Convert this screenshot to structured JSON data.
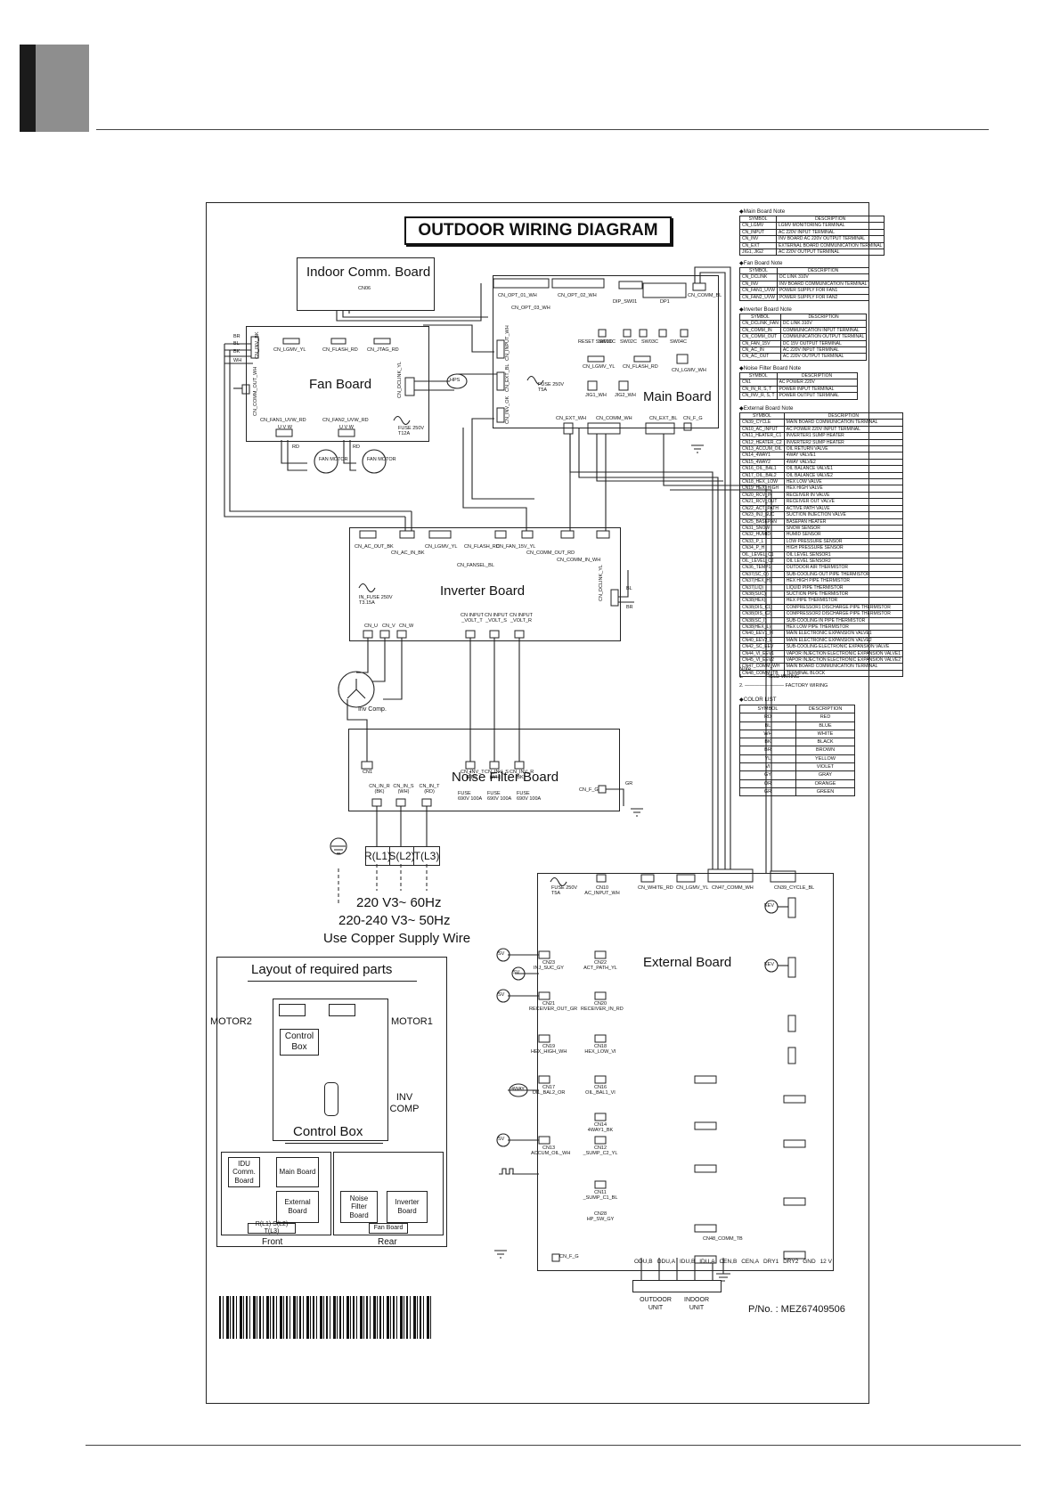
{
  "diagram": {
    "title": "OUTDOOR WIRING DIAGRAM",
    "indoor_comm_board": {
      "name": "Indoor Comm. Board",
      "connector": "CN06"
    },
    "fan_board": {
      "name": "Fan Board",
      "connectors": [
        "CN_LGMV_YL",
        "CN_FLASH_RD",
        "CN_JTAG_RD",
        "CN_INV_BK",
        "CN_COMM_OUT_WH",
        "CN_DCLINK_YL",
        "CN_FAN1_UVW_RD",
        "CN_FAN2_UVW_RD"
      ],
      "uvw": "U V W",
      "fuse": "FUSE 250V T12A",
      "motor_label": "FAN MOTOR",
      "wires": [
        "BR",
        "BL",
        "BK",
        "WH",
        "RD"
      ]
    },
    "main_board": {
      "name": "Main Board",
      "connectors": [
        "CN_OPT_01_WH",
        "CN_OPT_02_WH",
        "DIP_SW01",
        "DP1",
        "CN_COMM_BL",
        "CN_OPT_03_WH",
        "CN_INPUT_WH",
        "CN_EXT_BL",
        "CN_INV_OK",
        "RESET SW01D",
        "SW01C",
        "SW02C",
        "SW03C",
        "SW04C",
        "CN_LGMV_YL",
        "CN_FLASH_RD",
        "CN_LGMV_WH",
        "JIG1_WH",
        "JIG2_WH",
        "CN_EXT_WH",
        "CN_COMM_WH",
        "CN_EXT_BL",
        "CN_F_G"
      ],
      "fuse": "FUSE 250V T5A",
      "hps": "HPS"
    },
    "inverter_board": {
      "name": "Inverter Board",
      "connectors": [
        "CN_AC_OUT_BK",
        "CN_AC_IN_BK",
        "CN_LGMV_YL",
        "CN_FLASH_RD",
        "CN_FAN_15V_YL",
        "CN_COMM_OUT_RD",
        "CN_COMM_IN_WH",
        "CN_FANSEL_BL",
        "CN_DCLINK_YL",
        "CN_U",
        "CN_V",
        "CN_W",
        "CN INPUT _VOLT_T",
        "CN INPUT _VOLT_S",
        "CN INPUT _VOLT_R"
      ],
      "fuse": "IN_FUSE 250V T3.15A",
      "comp": "Inv Comp."
    },
    "noise_filter_board": {
      "name": "Noise Filter Board",
      "connectors": [
        "CN1",
        "CN_INV_T (RD)",
        "CN_INV_S (WH)",
        "CN_INV_R (BK)",
        "CN_IN_R (BK)",
        "CN_IN_S (WH)",
        "CN_IN_T (RD)",
        "CN_F_G"
      ],
      "fuses": [
        "FUSE 690V 100A",
        "FUSE 690V 100A",
        "FUSE 690V 100A"
      ],
      "gr": "GR"
    },
    "terminals": [
      "R(L1)",
      "S(L2)",
      "T(L3)"
    ],
    "supply": [
      "220 V3~ 60Hz",
      "220-240 V3~ 50Hz",
      "Use Copper Supply Wire"
    ],
    "external_board": {
      "name": "External Board",
      "connectors": [
        "CN10 AC_INPUT_WH",
        "CN_WHITE_RD",
        "CN_LGMV_YL",
        "CN47_COMM_WH",
        "CN39_CYCLE_BL",
        "CN23 INJ_SUC_GY",
        "CN22 ACT_PATH_YL",
        "CN21 RECEIVER_OUT_GR",
        "CN20 RECEIVER_IN_RD",
        "CN19 HEX_HIGH_WH",
        "CN18 HEX_LOW_VI",
        "CN17 OIL_BAL2_OR",
        "CN16 OIL_BAL1_VI",
        "CN14 4WAY1_BK",
        "CN13 ACCUM_OIL_WH",
        "CN12 _SUMP_C2_YL",
        "CN11 _SUMP_C1_BL",
        "CN28 HP_SW_GY",
        "CN_F_G"
      ],
      "terminal_block": "CN48_COMM_TB",
      "terminal_labels": [
        "ODU,B",
        "ODU,A",
        "IDU,B",
        "IDU,A",
        "CEN,B",
        "CEN,A",
        "DRY1",
        "DRY2",
        "GND",
        "12 V"
      ],
      "units": [
        "OUTDOOR UNIT",
        "INDOOR UNIT"
      ],
      "sv": "SV",
      "eev": "EEV",
      "way": "4WAY"
    },
    "pno": "P/No. : MEZ67409506"
  },
  "layout_parts": {
    "title": "Layout of required parts",
    "motor1": "MOTOR1",
    "motor2": "MOTOR2",
    "control_box": "Control Box",
    "inv_comp": "INV COMP",
    "control_box_title": "Control Box",
    "front": {
      "label": "Front",
      "idu": "IDU Comm. Board",
      "main": "Main Board",
      "external": "External Board",
      "terms": "R(L1) S(L2) T(L3)"
    },
    "rear": {
      "label": "Rear",
      "noise": "Noise Filter Board",
      "inverter": "Inverter Board",
      "fan": "Fan Board"
    }
  },
  "notes": {
    "main_board_note": {
      "title": "Main Board Note",
      "rows": [
        [
          "SYMBOL",
          "DESCRIPTION"
        ],
        [
          "CN_LGMV",
          "LGMV MONITORING TERMINAL"
        ],
        [
          "CN_INPUT",
          "AC 220V INPUT TERMINAL"
        ],
        [
          "CN_INV",
          "INV BOARD AC 220V OUTPUT TERMINAL"
        ],
        [
          "CN_EXT",
          "EXTERNAL BOARD COMMUNICATION TERMINAL"
        ],
        [
          "JIG1, JIG2",
          "AC 220V OUTPUT TERMINAL"
        ]
      ]
    },
    "fan_board_note": {
      "title": "Fan Board Note",
      "rows": [
        [
          "SYMBOL",
          "DESCRIPTION"
        ],
        [
          "CN_DCLINK",
          "DC LINK 310V"
        ],
        [
          "CN_INV",
          "INV BOARD COMMUNICATION TERMINAL"
        ],
        [
          "CN_FAN1_UVW",
          "POWER SUPPLY FOR FAN1"
        ],
        [
          "CN_FAN2_UVW",
          "POWER SUPPLY FOR FAN2"
        ]
      ]
    },
    "inverter_board_note": {
      "title": "Inverter Board Note",
      "rows": [
        [
          "SYMBOL",
          "DESCRIPTION"
        ],
        [
          "CN_DCLINK_FAN",
          "DC LINK 310V"
        ],
        [
          "CN_COMM_IN",
          "COMMUNICATION INPUT TERMINAL"
        ],
        [
          "CN_COMM_OUT",
          "COMMUNICATION OUTPUT TERMINAL"
        ],
        [
          "CN_FAN_15V",
          "DC 15V OUTPUT TERMINAL"
        ],
        [
          "CN_AC_IN",
          "AC 220V INPUT TERMINAL"
        ],
        [
          "CN_AC_OUT",
          "AC 220V OUTPUT TERMINAL"
        ]
      ]
    },
    "noise_filter_note": {
      "title": "Noise Filter Board Note",
      "rows": [
        [
          "SYMBOL",
          "DESCRIPTION"
        ],
        [
          "CN1",
          "AC POWER 220V"
        ],
        [
          "CN_IN_R, S, T",
          "POWER INPUT TERMINAL"
        ],
        [
          "CN_INV_R, S, T",
          "POWER OUTPUT TERMINAL"
        ]
      ]
    },
    "external_board_note": {
      "title": "External Board Note",
      "rows": [
        [
          "SYMBOL",
          "DESCRIPTION"
        ],
        [
          "CN39_CYCLE",
          "MAIN BOARD COMMUNICATION TERMINAL"
        ],
        [
          "CN10_AC_INPUT",
          "AC POWER 220V INPUT TERMINAL"
        ],
        [
          "CN11_HEATER_C1",
          "INVERTER1 SUMP HEATER"
        ],
        [
          "CN12_HEATER_C2",
          "INVERTER2 SUMP HEATER"
        ],
        [
          "CN13_ACCUM_OIL",
          "OIL RETURN VALVE"
        ],
        [
          "CN14_4WAY1",
          "4WAY VALVE1"
        ],
        [
          "CN15_4WAY2",
          "4WAY VALVE2"
        ],
        [
          "CN16_OIL_BAL1",
          "OIL BALANCE VALVE1"
        ],
        [
          "CN17_OIL_BAL2",
          "OIL BALANCE VALVE2"
        ],
        [
          "CN18_HEX_LOW",
          "HEX LOW VALVE"
        ],
        [
          "CN19_HEX_HIGH",
          "HEX HIGH VALVE"
        ],
        [
          "CN20_RCV_IN",
          "RECEIVER IN VALVE"
        ],
        [
          "CN21_RCV_OUT",
          "RECEIVER OUT VALVE"
        ],
        [
          "CN22_ACT_PATH",
          "ACTIVE PATH VALVE"
        ],
        [
          "CN23_INJ_SUC",
          "SUCTION INJECTION VALVE"
        ],
        [
          "CN25_BASEPAN",
          "BASEPAN HEATER"
        ],
        [
          "CN31_SNOW",
          "SNOW SENSOR"
        ],
        [
          "CN32_HUMID",
          "HUMID SENSOR"
        ],
        [
          "CN33_P_L",
          "LOW PRESSURE SENSOR"
        ],
        [
          "CN34_P_H",
          "HIGH PRESSURE SENSOR"
        ],
        [
          "OIL_LEVEL_C1",
          "OIL LEVEL SENSOR1"
        ],
        [
          "OIL_LEVEL_C2",
          "OIL LEVEL SENSOR2"
        ],
        [
          "CN36_TEMP1",
          "OUTDOOR AIR THERMISTOR"
        ],
        [
          "CN37(SC_O)",
          "SUB-COOLING OUT PIPE THERMISTOR"
        ],
        [
          "CN37(HEX_H)",
          "HEX HIGH PIPE THERMISTOR"
        ],
        [
          "CN37(LIQ)",
          "LIQUID PIPE THERMISTOR"
        ],
        [
          "CN38(SUC)",
          "SUCTION PIPE THERMISTOR"
        ],
        [
          "CN38(HEX)",
          "HEX PIPE THERMISTOR"
        ],
        [
          "CN38(DIS_C1)",
          "COMPRESSOR1 DISCHARGE PIPE THERMISTOR"
        ],
        [
          "CN38(DIS_C2)",
          "COMPRESSOR2 DISCHARGE PIPE THERMISTOR"
        ],
        [
          "CN38(SC_I)",
          "SUB-COOLING IN PIPE THERMISTOR"
        ],
        [
          "CN38(HEX_L)",
          "HEX LOW PIPE THERMISTOR"
        ],
        [
          "CN40_EEV1_H",
          "MAIN ELECTRONIC EXPANSION VALVE1"
        ],
        [
          "CN40_EEV2_L",
          "MAIN ELECTRONIC EXPANSION VALVE2"
        ],
        [
          "CN42_SC_EEV",
          "SUB-COOLING ELECTRONIC EXPANSION VALVE"
        ],
        [
          "CN44_VI_EEV1",
          "VAPOR INJECTION ELECTRONIC EXPANSION VALVE1"
        ],
        [
          "CN45_VI_EEV2",
          "VAPOR INJECTION ELECTRONIC EXPANSION VALVE2"
        ],
        [
          "CN47_COMM_WH",
          "MAIN BOARD COMMUNICATION TERMINAL"
        ],
        [
          "CN48_COMM_TB",
          "TERMINAL BLOCK"
        ]
      ]
    },
    "legend": {
      "title": "Note",
      "field": "1. - - - - - - - FIELD WIRING",
      "factory": "2. ———————— FACTORY WIRING"
    },
    "color_list": {
      "title": "COLOR LIST",
      "rows": [
        [
          "SYMBOL",
          "DESCRIPTION"
        ],
        [
          "RD",
          "RED"
        ],
        [
          "BL",
          "BLUE"
        ],
        [
          "WH",
          "WHITE"
        ],
        [
          "BK",
          "BLACK"
        ],
        [
          "BR",
          "BROWN"
        ],
        [
          "YL",
          "YELLOW"
        ],
        [
          "VI",
          "VIOLET"
        ],
        [
          "GY",
          "GRAY"
        ],
        [
          "OR",
          "ORANGE"
        ],
        [
          "GR",
          "GREEN"
        ]
      ]
    }
  }
}
